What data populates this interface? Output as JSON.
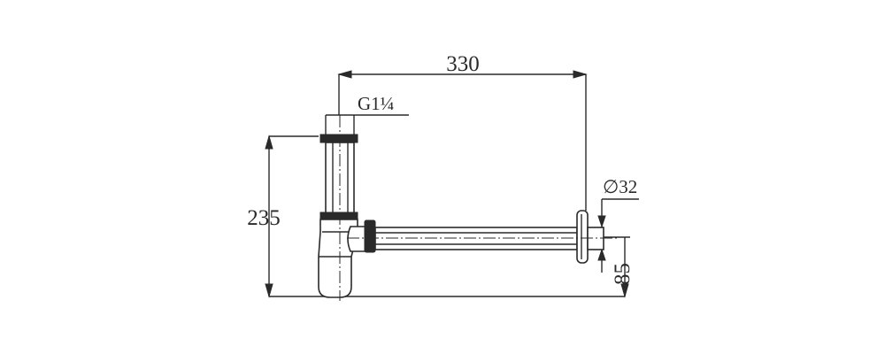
{
  "drawing": {
    "dimensions": {
      "length": "330",
      "thread": "G1¼",
      "height": "235",
      "diameter": "∅32",
      "offset": "85"
    },
    "colors": {
      "ink": "#2a2a2a",
      "background": "#ffffff"
    }
  }
}
